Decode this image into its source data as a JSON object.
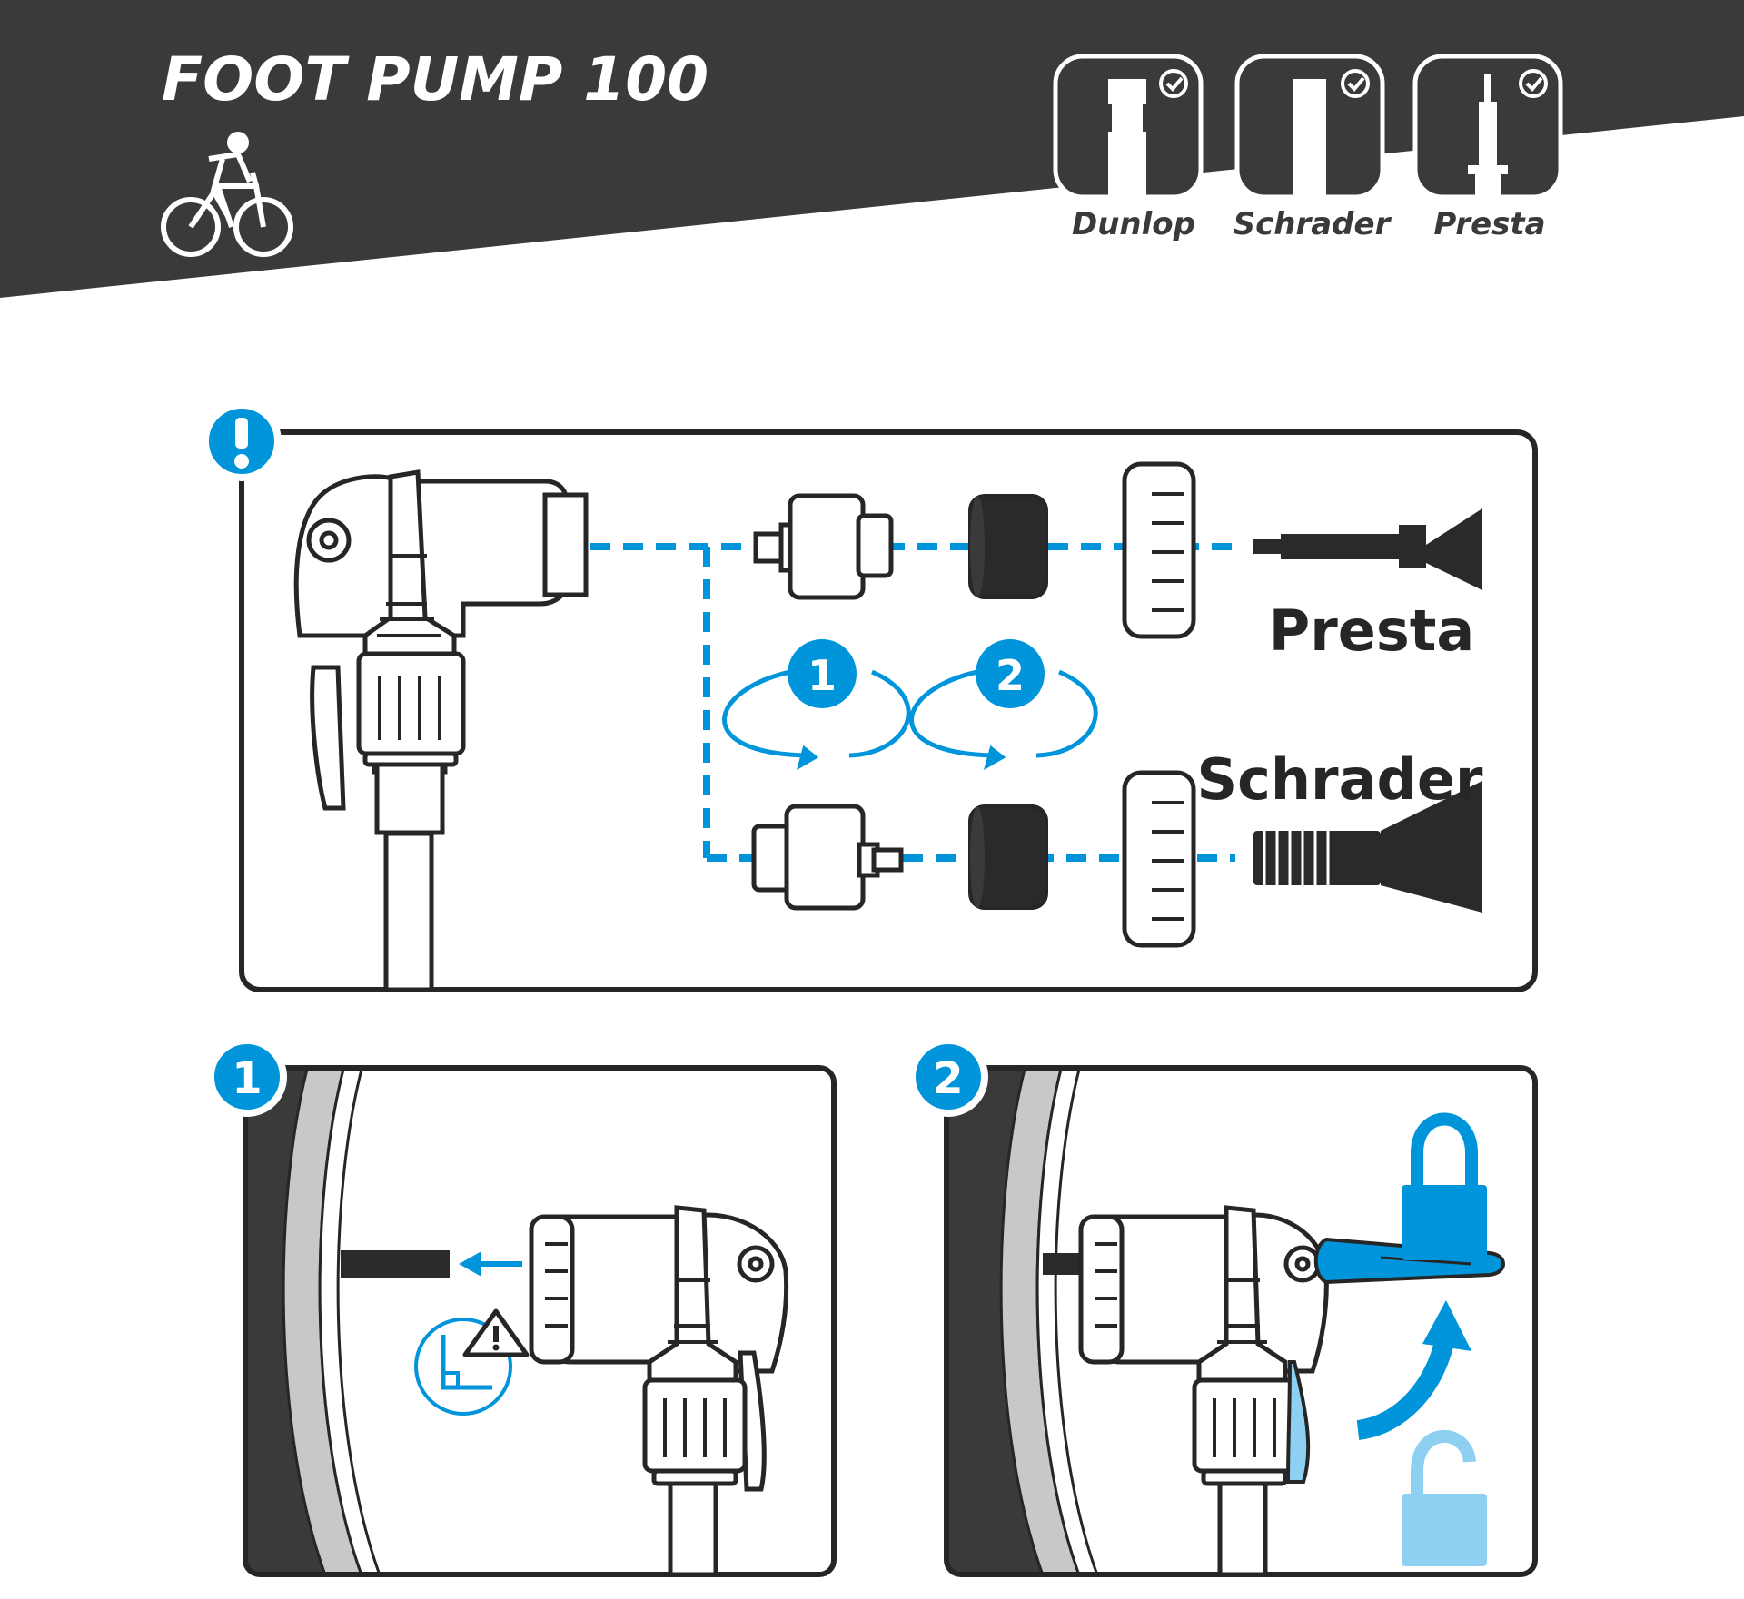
{
  "header": {
    "title": "FOOT PUMP 100",
    "activity_icon": "cyclist-icon",
    "valves": [
      {
        "label": "Dunlop",
        "icon": "dunlop-valve-icon",
        "status_icon": "check-icon"
      },
      {
        "label": "Schrader",
        "icon": "schrader-valve-icon",
        "status_icon": "check-icon"
      },
      {
        "label": "Presta",
        "icon": "presta-valve-icon",
        "status_icon": "check-icon"
      }
    ]
  },
  "panel_adapter": {
    "badge_icon": "exclamation-icon",
    "presta_label": "Presta",
    "schrader_label": "Schrader",
    "step_badges": [
      "1",
      "2"
    ]
  },
  "panel_step1": {
    "badge": "1",
    "warning_icon": "warning-icon",
    "angle_icon": "right-angle-icon"
  },
  "panel_step2": {
    "badge": "2",
    "lock_icon": "lock-icon",
    "unlock_icon": "unlock-icon"
  },
  "colors": {
    "dark": "#3a3a3b",
    "accent": "#0095da",
    "accent_light": "#8dd0f2",
    "stroke": "#262626"
  }
}
